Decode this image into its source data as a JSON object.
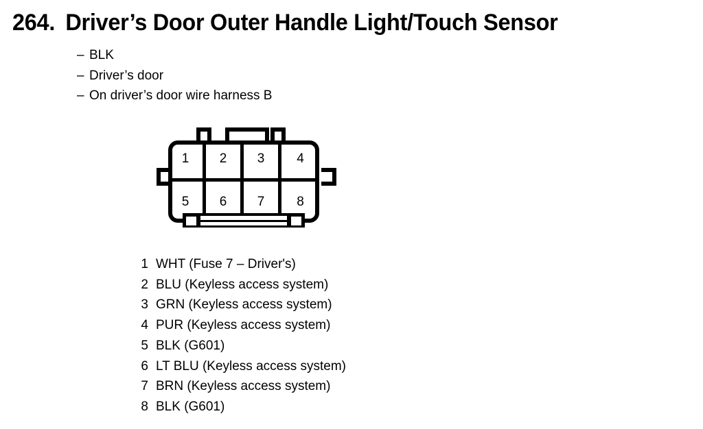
{
  "header": {
    "number": "264.",
    "title": "Driver’s Door Outer Handle Light/Touch Sensor"
  },
  "notes": {
    "dash": "–",
    "items": [
      "BLK",
      "Driver’s door",
      "On driver’s door wire harness B"
    ]
  },
  "connector": {
    "pins": [
      {
        "num": "1"
      },
      {
        "num": "2"
      },
      {
        "num": "3"
      },
      {
        "num": "4"
      },
      {
        "num": "5"
      },
      {
        "num": "6"
      },
      {
        "num": "7"
      },
      {
        "num": "8"
      }
    ]
  },
  "pin_list": [
    {
      "num": "1",
      "desc": "WHT (Fuse 7 – Driver's)"
    },
    {
      "num": "2",
      "desc": "BLU (Keyless access system)"
    },
    {
      "num": "3",
      "desc": "GRN (Keyless access system)"
    },
    {
      "num": "4",
      "desc": "PUR (Keyless access system)"
    },
    {
      "num": "5",
      "desc": "BLK (G601)"
    },
    {
      "num": "6",
      "desc": "LT BLU (Keyless access system)"
    },
    {
      "num": "7",
      "desc": "BRN (Keyless access system)"
    },
    {
      "num": "8",
      "desc": "BLK (G601)"
    }
  ],
  "colors": {
    "ink": "#000000",
    "paper": "#ffffff"
  }
}
